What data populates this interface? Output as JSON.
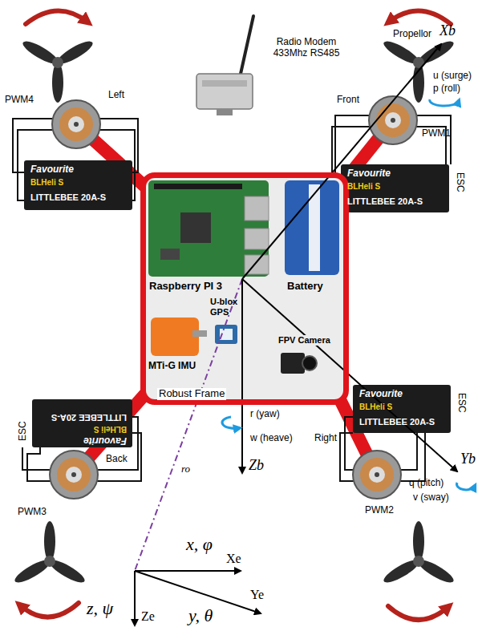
{
  "diagram": {
    "nodes": [
      {
        "text": [
          "Raspberry PI 3",
          "Battery",
          "U-blox GPS",
          "MTi-G IMU",
          "FPV Camera"
        ]
      }
    ],
    "labels": [
      "Propellor",
      "Xb",
      "u (surge)",
      "p (roll)",
      "PWM4",
      "Left",
      "Radio Modem 433Mhz RS485",
      "Front",
      "PWM1",
      "Favourite",
      "BLHeli S",
      "LITTLEBEE 20A-S",
      "Favourite",
      "BLHeli S",
      "LITTLEBEE 20A-S",
      "ESC",
      "Robust Frame",
      "Favourite",
      "BLHeli S",
      "LITTLEBEE 20A-S",
      "ESC",
      "Favourite",
      "BLHeli S",
      "LITTLEBEE 20A-S",
      "ESC",
      "Back",
      "PWM3",
      "r (yaw)",
      "w (heave)",
      "Zb",
      "Right",
      "PWM2",
      "ro",
      "q (pitch)",
      "Yb",
      "v (sway)",
      "x, φ",
      "Xe",
      "z, ψ",
      "Ze",
      "y, θ",
      "Ye"
    ]
  }
}
